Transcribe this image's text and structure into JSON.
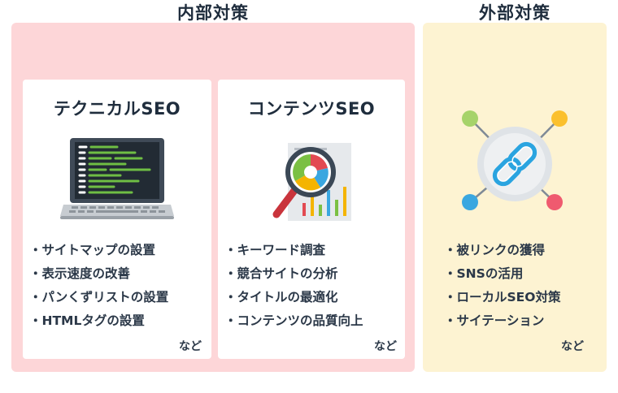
{
  "internal": {
    "title": "内部対策",
    "technical": {
      "title": "テクニカルSEO",
      "items": [
        "サイトマップの設置",
        "表示速度の改善",
        "パンくずリストの設置",
        "HTMLタグの設置"
      ],
      "etc": "など"
    },
    "content": {
      "title": "コンテンツSEO",
      "items": [
        "キーワード調査",
        "競合サイトの分析",
        "タイトルの最適化",
        "コンテンツの品質向上"
      ],
      "etc": "など"
    }
  },
  "external": {
    "title": "外部対策",
    "items": [
      "被リンクの獲得",
      "SNSの活用",
      "ローカルSEO対策",
      "サイテーション"
    ],
    "etc": "など"
  },
  "icons": {
    "technical": "laptop-code-icon",
    "content": "magnifier-chart-icon",
    "external": "link-network-icon"
  },
  "colors": {
    "internal_bg": "#fdd6d8",
    "external_bg": "#fdf3d2",
    "text": "#1f2d3d"
  }
}
